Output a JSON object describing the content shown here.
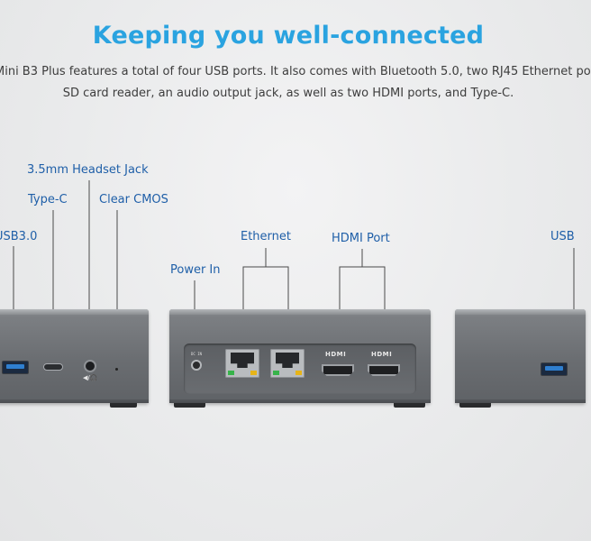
{
  "header": {
    "title": "Keeping you well-connected",
    "desc_line1": "Mini B3 Plus features a total of four USB ports. It also comes with Bluetooth 5.0, two RJ45 Ethernet po",
    "desc_line2": "SD card reader, an audio output jack, as well as two HDMI ports, and Type-C."
  },
  "labels": {
    "headset": "3.5mm Headset Jack",
    "typec": "Type-C",
    "clear_cmos": "Clear CMOS",
    "usb_left": "USB3.0",
    "usb_right": "USB",
    "ethernet": "Ethernet",
    "hdmi_port": "HDMI Port",
    "power_in": "Power In"
  },
  "port_text": {
    "hdmi_logo": "HDMI",
    "dc_in": "DC IN",
    "mic_symbol": "◀/🎧"
  },
  "colors": {
    "title": "#2aa3e0",
    "label": "#1f5fa8",
    "usb_blue": "#2f7fd0",
    "led_green": "#37b34a",
    "led_yellow": "#e7b418"
  }
}
